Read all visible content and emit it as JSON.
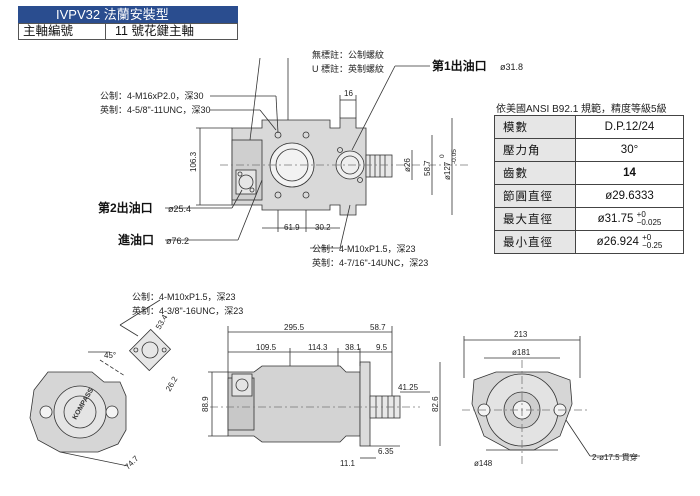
{
  "header": {
    "title": "IVPV32 法蘭安裝型",
    "shaft_label": "主軸編號",
    "shaft_value": "11 號花鍵主軸"
  },
  "notes": {
    "no_mark": "無標註：公制螺紋",
    "u_mark": "U 標註：英制螺紋"
  },
  "ports": {
    "out1_label": "第1出油口",
    "out1_size": "ø31.8",
    "out2_label": "第2出油口",
    "out2_size": "ø25.4",
    "inlet_label": "進油口",
    "inlet_size": "ø76.2"
  },
  "threads": {
    "top_metric": "公制：4-M16xP2.0，深30",
    "top_inch": "英制：4-5/8\"-11UNC，深30",
    "mid_metric": "公制：4-M10xP1.5，深23",
    "mid_inch": "英制：4-7/16\"-14UNC，深23",
    "left_metric": "公制：4-M10xP1.5，深23",
    "left_inch": "英制：4-3/8\"-16UNC，深23"
  },
  "dims_top": {
    "d16": "16",
    "d106_3": "106.3",
    "d61_9": "61.9",
    "d30_2": "30.2",
    "d26": "ø26",
    "d58_7": "58.7",
    "d127": "ø127",
    "d127_tol_upper": "0",
    "d127_tol_lower": "-0.05"
  },
  "dims_side": {
    "d295_5": "295.5",
    "d58_7": "58.7",
    "d109_5": "109.5",
    "d114_3": "114.3",
    "d38_1": "38.1",
    "d9_5": "9.5",
    "d88_9": "88.9",
    "d41_25": "41.25",
    "d82_6": "82.6",
    "d6_35": "6.35",
    "d11_1": "11.1"
  },
  "dims_left": {
    "d45": "45°",
    "d53_4": "53.4",
    "d26_2": "26.2",
    "d74_7": "74.7",
    "brand": "KOMPASS"
  },
  "dims_front": {
    "d213": "213",
    "d181": "ø181",
    "d148": "ø148",
    "holes": "2-ø17.5 貫穿"
  },
  "gear_spec": {
    "title": "依美國ANSI  B92.1 規範，精度等級5級",
    "rows": [
      {
        "k": "模數",
        "v": "D.P.12/24"
      },
      {
        "k": "壓力角",
        "v": "30°"
      },
      {
        "k": "齒數",
        "v": "14"
      },
      {
        "k": "節圓直徑",
        "v": "ø29.6333"
      },
      {
        "k": "最大直徑",
        "v": "ø31.75",
        "tol_upper": "+0",
        "tol_lower": "−0.025"
      },
      {
        "k": "最小直徑",
        "v": "ø26.924",
        "tol_upper": "+0",
        "tol_lower": "−0.25"
      }
    ]
  }
}
